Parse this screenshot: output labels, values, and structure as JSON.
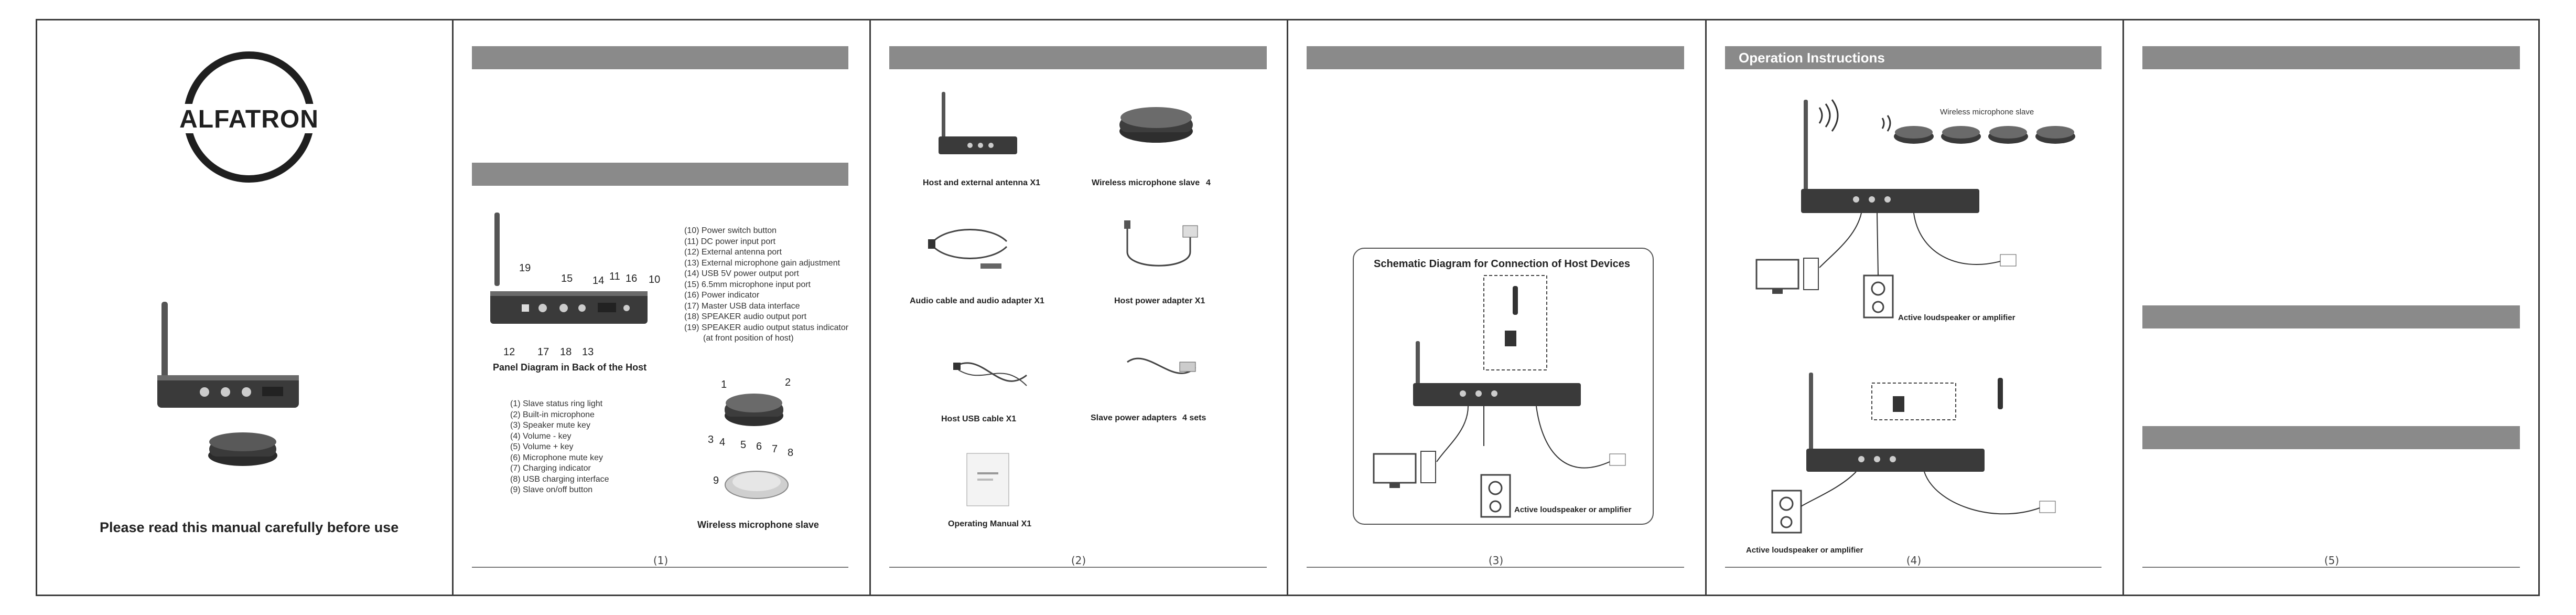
{
  "cover": {
    "logo_text": "ALFATRON",
    "note": "Please read this manual carefully before use"
  },
  "panel_page": {
    "diagram_caption": "Panel Diagram in Back of the Host",
    "slave_caption": "Wireless microphone slave",
    "host_callouts": {
      "c10": "10",
      "c11": "11",
      "c12": "12",
      "c13": "13",
      "c14": "14",
      "c15": "15",
      "c16": "16",
      "c17": "17",
      "c18": "18",
      "c19": "19"
    },
    "slave_callouts": {
      "c1": "1",
      "c2": "2",
      "c3": "3",
      "c4": "4",
      "c5": "5",
      "c6": "6",
      "c7": "7",
      "c8": "8",
      "c9": "9"
    },
    "host_list": [
      "(10) Power switch button",
      "(11) DC power input port",
      "(12) External antenna port",
      "(13) External microphone gain adjustment",
      "(14) USB 5V power output port",
      "(15) 6.5mm microphone input port",
      "(16) Power indicator",
      "(17) Master USB data interface",
      "(18) SPEAKER audio output port",
      "(19) SPEAKER audio output status indicator",
      "(at front position of host)"
    ],
    "slave_list": [
      "(1) Slave status ring light",
      "(2) Built-in microphone",
      "(3) Speaker mute key",
      "(4) Volume - key",
      "(5) Volume + key",
      "(6) Microphone mute key",
      "(7) Charging indicator",
      "(8) USB charging interface",
      "(9) Slave on/off button"
    ],
    "page_number": "(1)"
  },
  "contents_page": {
    "items": {
      "host": "Host and external antenna X1",
      "slave": "Wireless microphone slave",
      "slave_qty": "4",
      "audio_cable": "Audio cable and audio adapter X1",
      "host_power": "Host power adapter X1",
      "usb_cable": "Host USB cable X1",
      "slave_power": "Slave power adapters",
      "slave_power_qty": "4 sets",
      "manual": "Operating Manual X1"
    },
    "page_number": "(2)"
  },
  "schematic_page": {
    "title": "Schematic Diagram for Connection of Host Devices",
    "speaker_label": "Active loudspeaker or amplifier",
    "page_number": "(3)"
  },
  "operation_page": {
    "header": "Operation Instructions",
    "slave_label": "Wireless microphone slave",
    "speaker_label_top": "Active loudspeaker or amplifier",
    "speaker_label_bottom": "Active loudspeaker or amplifier",
    "page_number": "(4)"
  },
  "last_page": {
    "page_number": "(5)"
  }
}
